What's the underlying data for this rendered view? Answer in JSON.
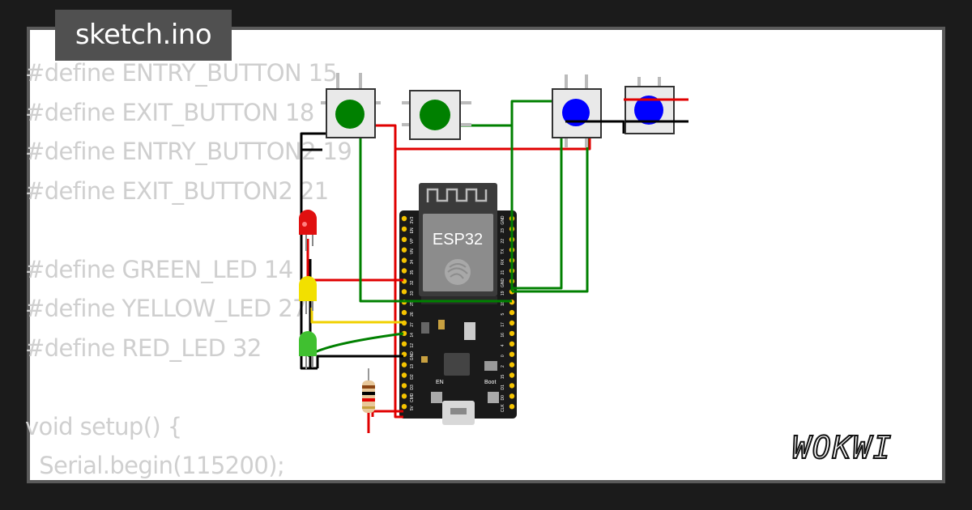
{
  "tab": {
    "filename": "sketch.ino"
  },
  "code_lines": [
    "#define ENTRY_BUTTON 15",
    "#define EXIT_BUTTON 18",
    "#define ENTRY_BUTTON2 19",
    "#define EXIT_BUTTON2 21",
    "",
    "#define GREEN_LED 14",
    "#define YELLOW_LED 27",
    "#define RED_LED 32",
    "",
    "void setup() {",
    "  Serial.begin(115200);"
  ],
  "board": {
    "chip_label": "ESP32",
    "en_label": "EN",
    "boot_label": "Boot",
    "left_pins": [
      "3V3",
      "EN",
      "VP",
      "VN",
      "34",
      "35",
      "32",
      "33",
      "25",
      "26",
      "27",
      "14",
      "12",
      "GND",
      "13",
      "D2",
      "D3",
      "CMD",
      "5V"
    ],
    "right_pins": [
      "GND",
      "23",
      "22",
      "TX",
      "RX",
      "21",
      "GND",
      "19",
      "18",
      "5",
      "17",
      "16",
      "4",
      "0",
      "2",
      "15",
      "D1",
      "D0",
      "CLK"
    ]
  },
  "logo": {
    "text": "WOKWI"
  },
  "colors": {
    "wire_red": "#e00000",
    "wire_green": "#008000",
    "wire_black": "#000000",
    "wire_yellow": "#f0d000",
    "button_green": "#008000",
    "button_blue": "#0000ff",
    "board_black": "#1a1a1a",
    "pin_yellow": "#f5c400"
  }
}
